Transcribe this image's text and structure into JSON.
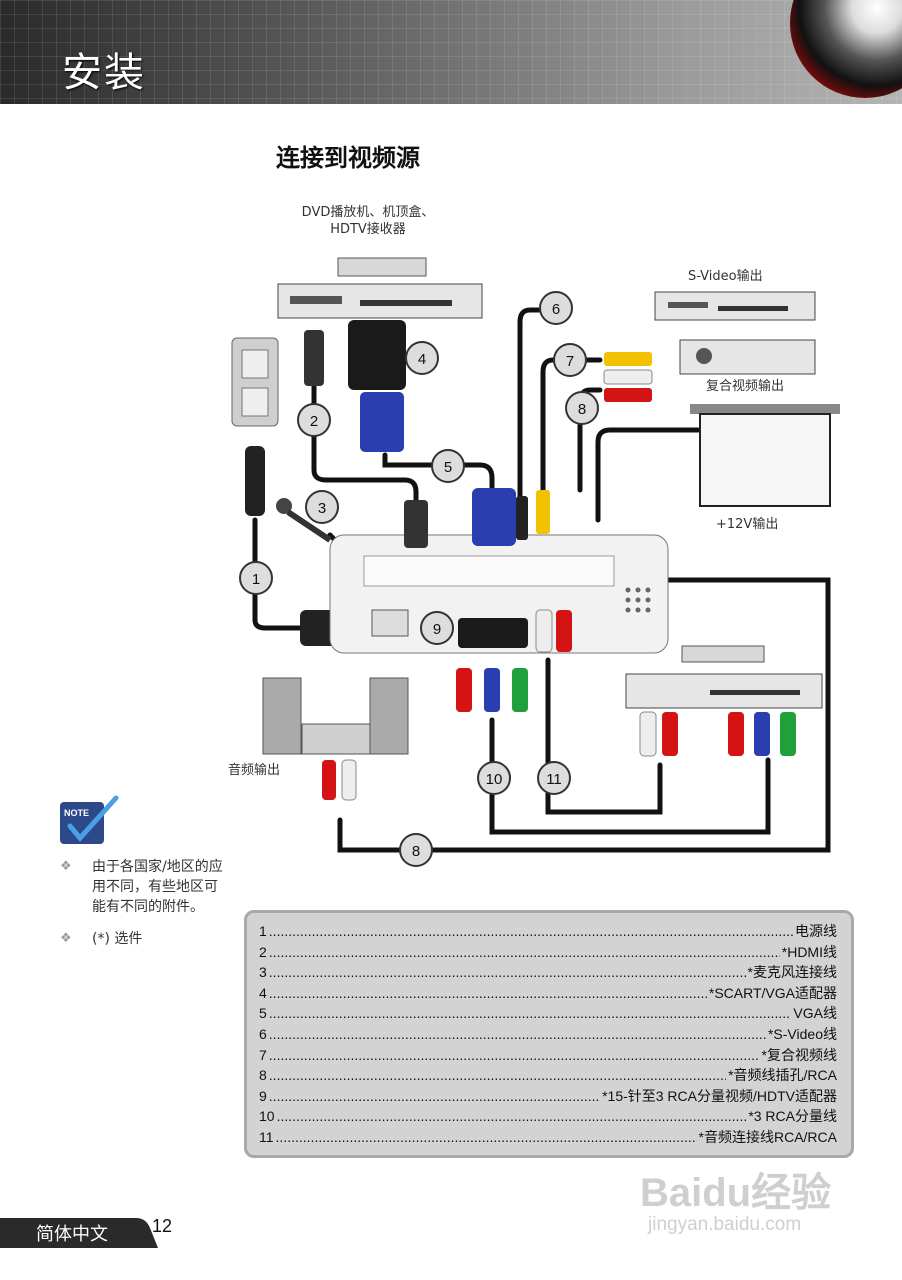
{
  "header": {
    "title": "安装"
  },
  "section_title": "连接到视频源",
  "diagram": {
    "labels": {
      "dvd_source": "DVD播放机、机顶盒、\nHDTV接收器",
      "svideo_out": "S-Video输出",
      "composite_out": "复合视频输出",
      "v12_out": "+12V输出",
      "audio_out": "音频输出"
    },
    "callouts": [
      "1",
      "2",
      "3",
      "4",
      "5",
      "6",
      "7",
      "8",
      "8",
      "9",
      "10",
      "11"
    ]
  },
  "note": {
    "icon_label": "NOTE",
    "items": [
      "由于各国家/地区的应用不同，有些地区可能有不同的附件。",
      "(*) 选件"
    ]
  },
  "legend": [
    {
      "num": "1",
      "text": "电源线"
    },
    {
      "num": "2",
      "text": "*HDMI线"
    },
    {
      "num": "3",
      "text": "*麦克风连接线"
    },
    {
      "num": "4",
      "text": "*SCART/VGA适配器"
    },
    {
      "num": "5",
      "text": "VGA线"
    },
    {
      "num": "6",
      "text": "*S-Video线"
    },
    {
      "num": "7",
      "text": "*复合视频线"
    },
    {
      "num": "8",
      "text": "*音频线插孔/RCA"
    },
    {
      "num": "9",
      "text": "*15-针至3 RCA分量视频/HDTV适配器"
    },
    {
      "num": "10",
      "text": "*3 RCA分量线"
    },
    {
      "num": "11",
      "text": "*音频连接线RCA/RCA"
    }
  ],
  "footer": {
    "language": "简体中文",
    "page": "12"
  },
  "watermark": {
    "brand": "Baidu经验",
    "url": "jingyan.baidu.com"
  }
}
